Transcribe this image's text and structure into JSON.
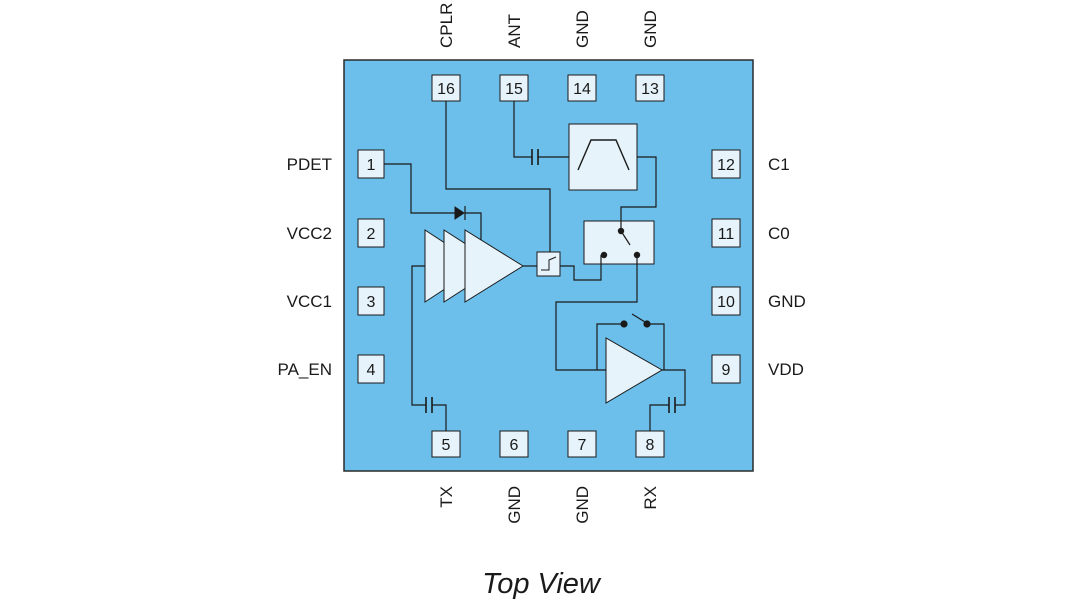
{
  "caption": "Top View",
  "colors": {
    "package_fill": "#6cbfea",
    "package_stroke": "#2a2a2a",
    "block_fill": "#e6f3fa",
    "wire": "#1a1a1a"
  },
  "pins": {
    "p1": {
      "number": "1",
      "label": "PDET"
    },
    "p2": {
      "number": "2",
      "label": "VCC2"
    },
    "p3": {
      "number": "3",
      "label": "VCC1"
    },
    "p4": {
      "number": "4",
      "label": "PA_EN"
    },
    "p5": {
      "number": "5",
      "label": "TX"
    },
    "p6": {
      "number": "6",
      "label": "GND"
    },
    "p7": {
      "number": "7",
      "label": "GND"
    },
    "p8": {
      "number": "8",
      "label": "RX"
    },
    "p9": {
      "number": "9",
      "label": "VDD"
    },
    "p10": {
      "number": "10",
      "label": "GND"
    },
    "p11": {
      "number": "11",
      "label": "C0"
    },
    "p12": {
      "number": "12",
      "label": "C1"
    },
    "p13": {
      "number": "13",
      "label": "GND"
    },
    "p14": {
      "number": "14",
      "label": "GND"
    },
    "p15": {
      "number": "15",
      "label": "ANT"
    },
    "p16": {
      "number": "16",
      "label": "CPLR"
    }
  }
}
